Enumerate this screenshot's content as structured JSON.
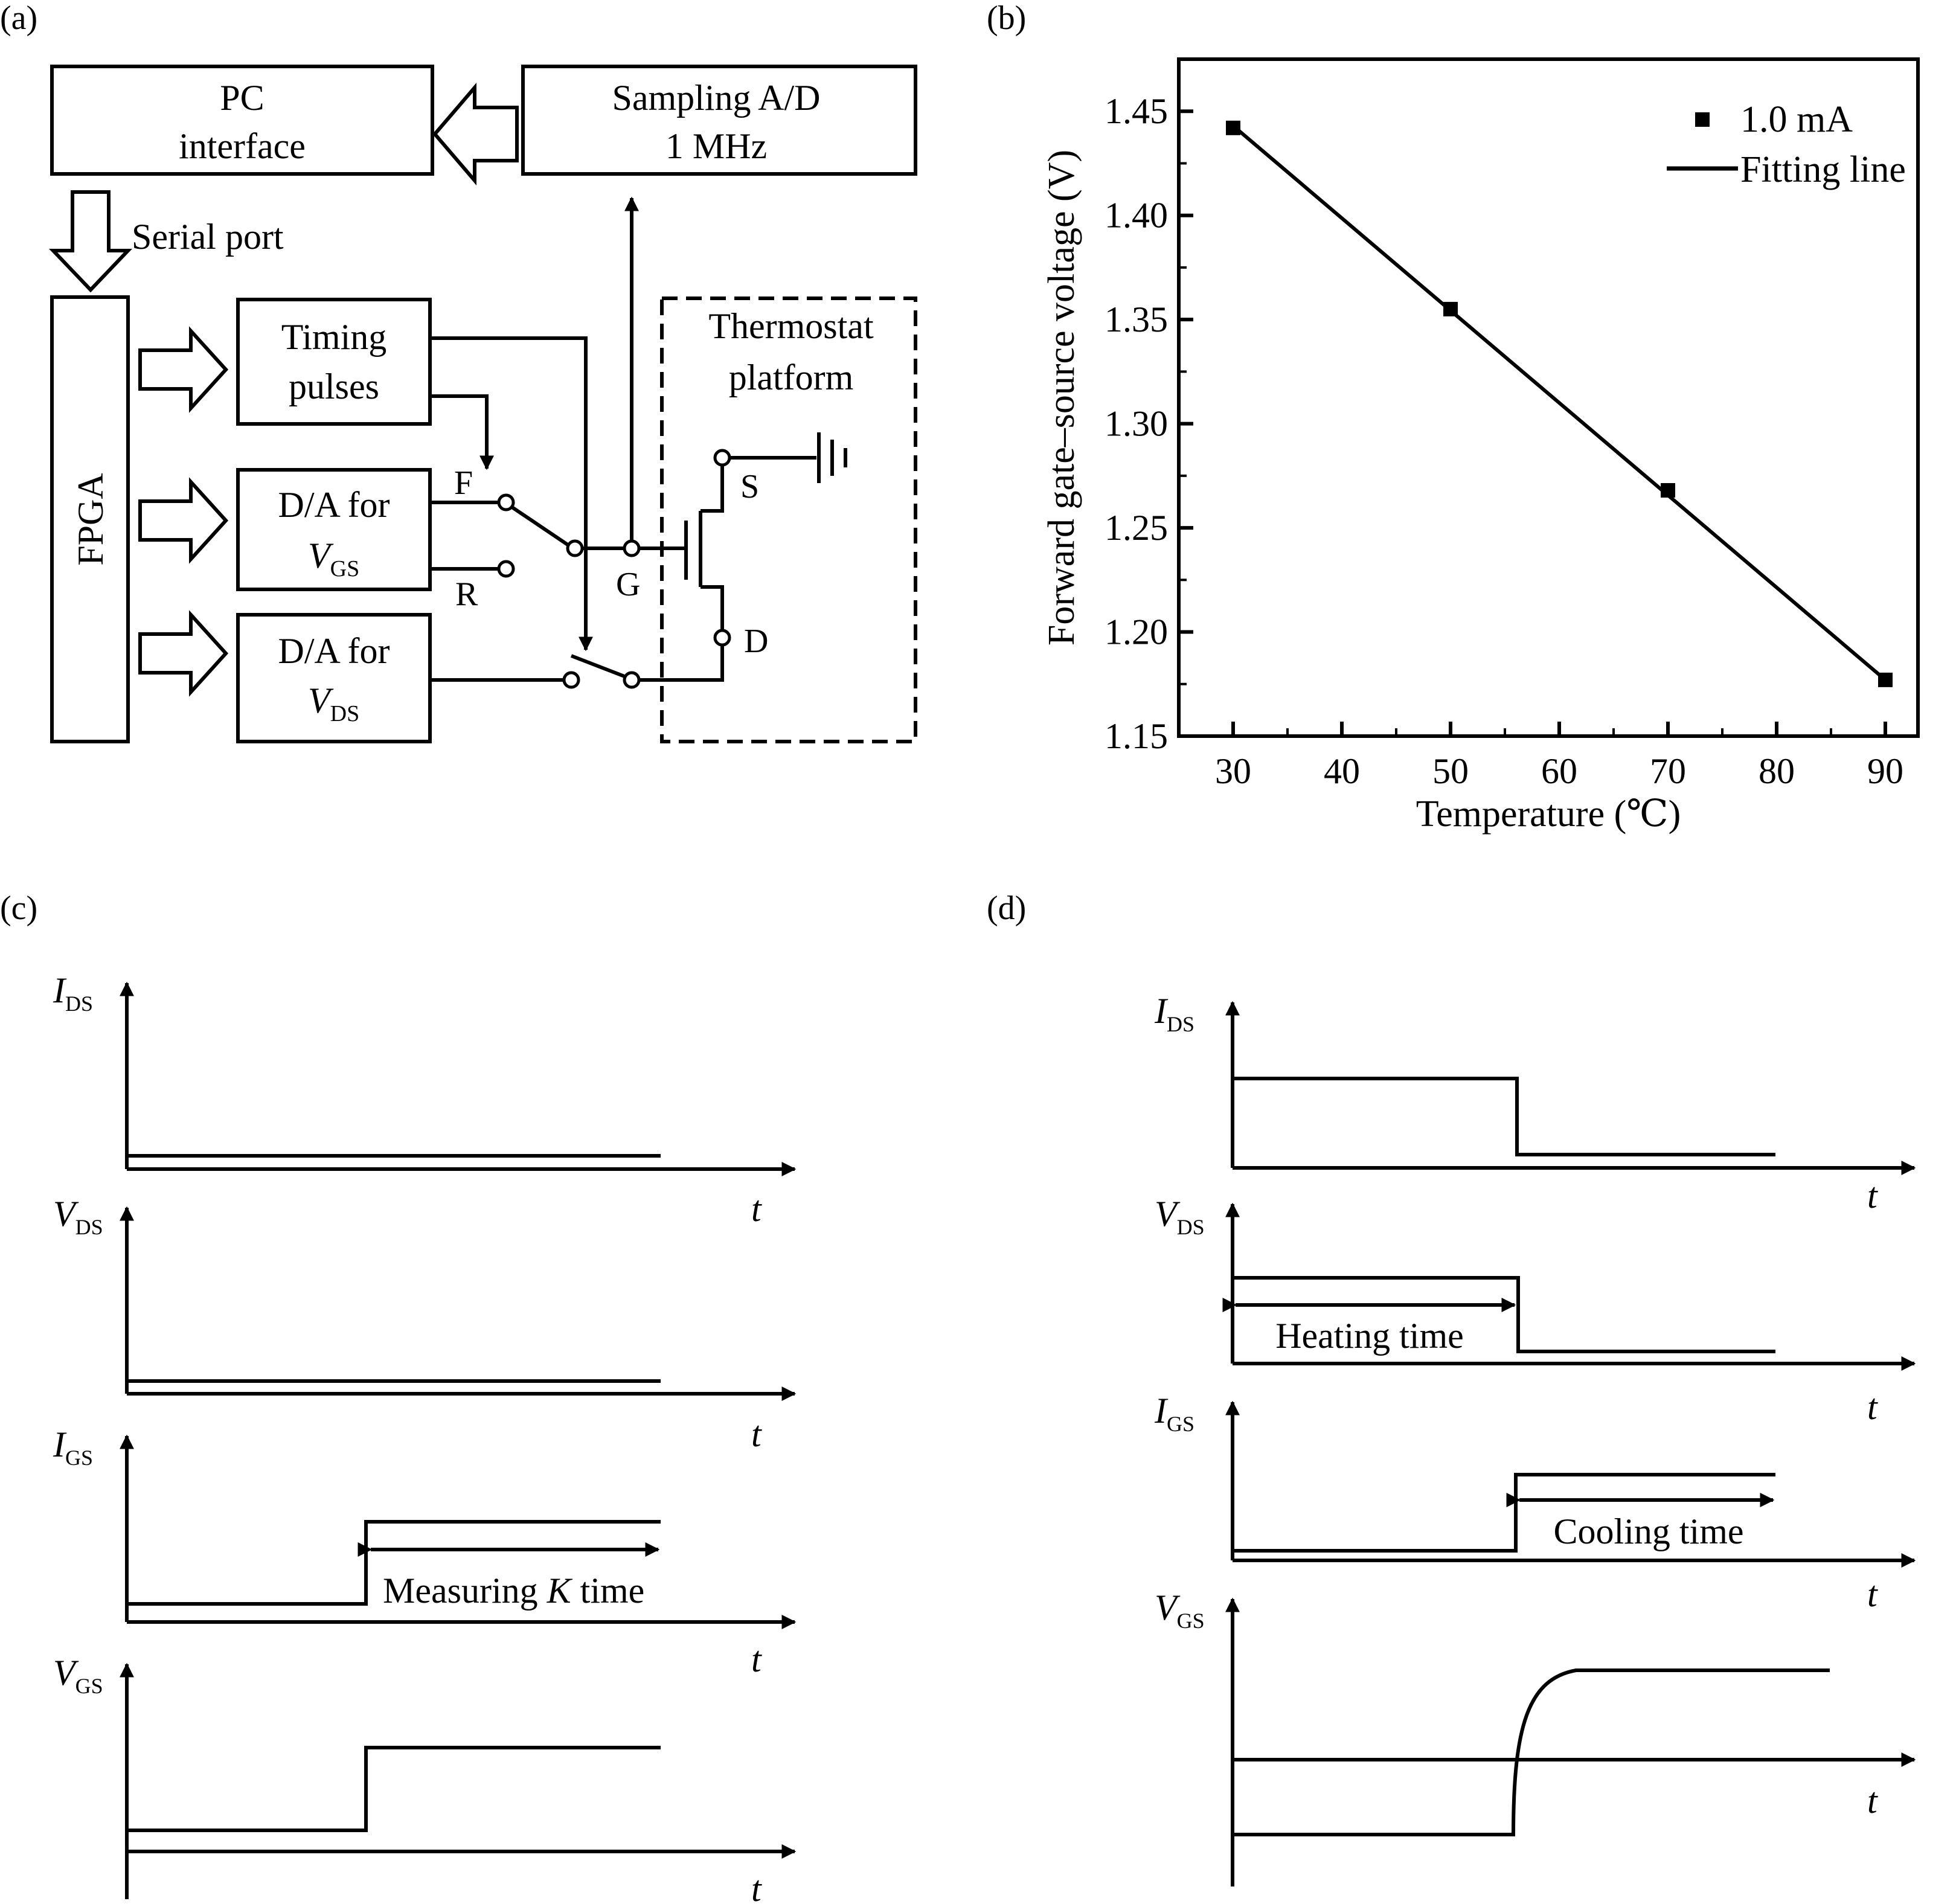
{
  "panels": {
    "a": {
      "label": "(a)",
      "pc_box": [
        "PC",
        "interface"
      ],
      "adc_box": [
        "Sampling A/D",
        "1 MHz"
      ],
      "serial_label": "Serial port",
      "fpga_label": "FPGA",
      "timing_box": [
        "Timing",
        "pulses"
      ],
      "da_vgs_box": {
        "line1": "D/A for",
        "var": "V",
        "sub": "GS"
      },
      "da_vds_box": {
        "line1": "D/A for",
        "var": "V",
        "sub": "DS"
      },
      "thermostat": [
        "Thermostat",
        "platform"
      ],
      "switch_f": "F",
      "switch_r": "R",
      "gate_label": "G",
      "source_label": "S",
      "drain_label": "D"
    },
    "b": {
      "label": "(b)"
    },
    "c": {
      "label": "(c)",
      "traces": [
        {
          "var": "I",
          "sub": "DS"
        },
        {
          "var": "V",
          "sub": "DS"
        },
        {
          "var": "I",
          "sub": "GS"
        },
        {
          "var": "V",
          "sub": "GS"
        }
      ],
      "time_label": "t",
      "annotation": {
        "pre": "Measuring ",
        "var": "K",
        "post": " time"
      }
    },
    "d": {
      "label": "(d)",
      "traces": [
        {
          "var": "I",
          "sub": "DS"
        },
        {
          "var": "V",
          "sub": "DS"
        },
        {
          "var": "I",
          "sub": "GS"
        },
        {
          "var": "V",
          "sub": "GS"
        }
      ],
      "time_label": "t",
      "heating_label": "Heating time",
      "cooling_label": "Cooling time"
    }
  },
  "chart_data": {
    "type": "scatter",
    "xlabel": "Temperature (℃)",
    "ylabel": "Forward gate–source voltage (V)",
    "xlim": [
      25,
      93
    ],
    "ylim": [
      1.15,
      1.475
    ],
    "xticks": [
      30,
      40,
      50,
      60,
      70,
      80,
      90
    ],
    "yticks": [
      1.15,
      1.2,
      1.25,
      1.3,
      1.35,
      1.4,
      1.45
    ],
    "xtick_labels": [
      "30",
      "40",
      "50",
      "60",
      "70",
      "80",
      "90"
    ],
    "ytick_labels": [
      "1.15",
      "1.20",
      "1.25",
      "1.30",
      "1.35",
      "1.40",
      "1.45"
    ],
    "series": [
      {
        "name": "1.0 mA",
        "marker": "square",
        "x": [
          30,
          50,
          70,
          90
        ],
        "y": [
          1.442,
          1.355,
          1.268,
          1.177
        ]
      },
      {
        "name": "Fitting line",
        "style": "line",
        "x": [
          30,
          90
        ],
        "y": [
          1.443,
          1.177
        ]
      }
    ],
    "legend": "top-right",
    "grid": false
  }
}
